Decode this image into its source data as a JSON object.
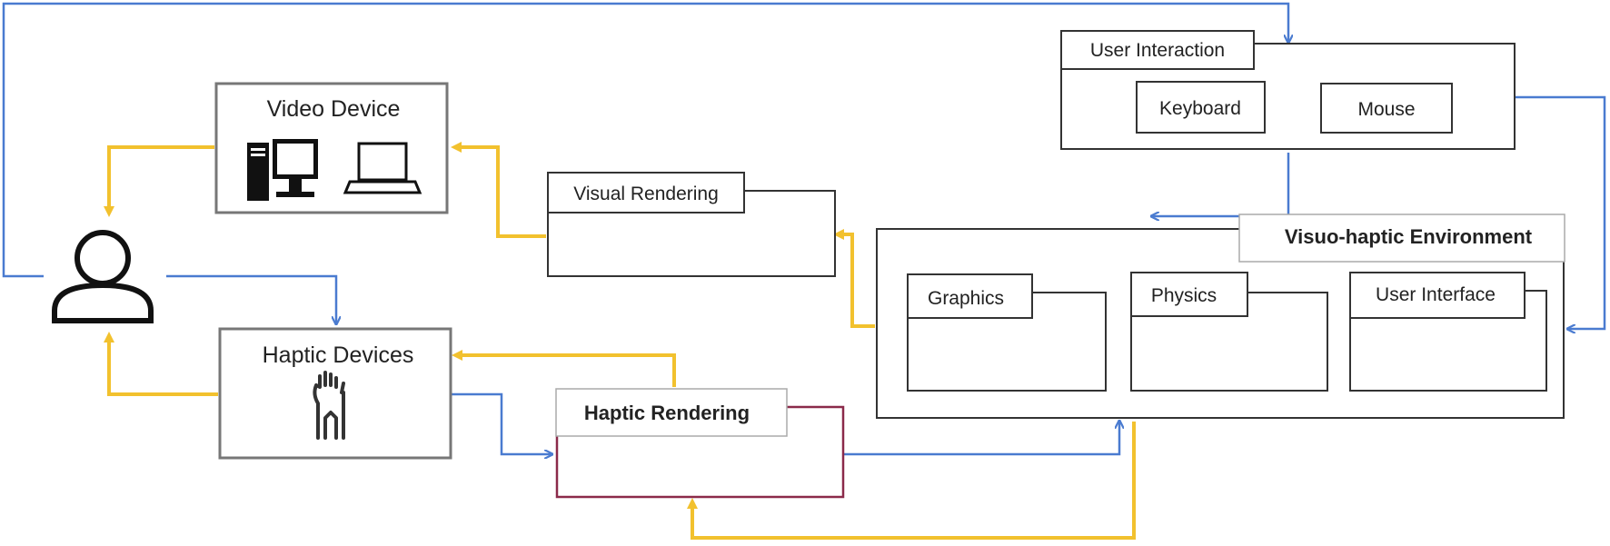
{
  "colors": {
    "blue": "#4a7bd0",
    "yellow": "#f2c12e",
    "box": "#333333",
    "maroon": "#8b2a4a",
    "grey_border": "#777777"
  },
  "labels": {
    "user_interaction": "User Interaction",
    "keyboard": "Keyboard",
    "mouse": "Mouse",
    "video_device": "Video Device",
    "visual_rendering": "Visual Rendering",
    "visuo_haptic_environment": "Visuo-haptic Environment",
    "graphics": "Graphics",
    "physics": "Physics",
    "user_interface": "User Interface",
    "haptic_devices": "Haptic Devices",
    "haptic_rendering": "Haptic Rendering"
  },
  "icons": {
    "user": "user-icon",
    "desktop": "desktop-computer-icon",
    "laptop": "laptop-icon",
    "haptic_hand": "haptic-hand-icon"
  }
}
